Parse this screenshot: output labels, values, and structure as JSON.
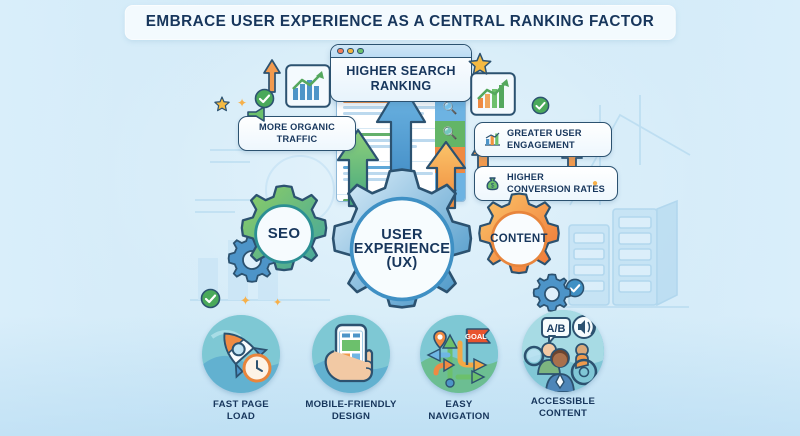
{
  "meta": {
    "kind": "infographic",
    "background_color": "#d6ecf9",
    "text_color": "#17365c",
    "outline_color": "#2c5270"
  },
  "title": {
    "text": "EMBRACE USER EXPERIENCE AS A CENTRAL RANKING FACTOR"
  },
  "top_card": {
    "label": "HIGHER SEARCH RANKING",
    "window_dots": [
      "#ef7d5a",
      "#f2b33e",
      "#6cc06c"
    ]
  },
  "callouts": [
    {
      "id": "more-organic-traffic",
      "label": "MORE ORGANIC TRAFFIC",
      "icon": "megaphone-icon",
      "icon_color": "#6cc06c"
    },
    {
      "id": "greater-user-engagement",
      "label": "GREATER USER ENGAGEMENT",
      "icon": "bar-chart-icon",
      "icon_color": "#4d94c8"
    },
    {
      "id": "higher-conversion-rates",
      "label": "HIGHER CONVERSION RATES",
      "icon": "money-bag-icon",
      "icon_color": "#6cc06c"
    }
  ],
  "gears": [
    {
      "id": "seo",
      "label": "SEO",
      "color_from": "#8fcf63",
      "color_to": "#3fa3a0",
      "font_size": "15px"
    },
    {
      "id": "user-experience",
      "label": "USER EXPERIENCE (UX)",
      "label_lines": [
        "USER",
        "EXPERIENCE",
        "(UX)"
      ],
      "color_from": "#bfe3f4",
      "color_to": "#3f90c4",
      "font_size": "14px"
    },
    {
      "id": "content",
      "label": "CONTENT",
      "color_from": "#fbc66a",
      "color_to": "#ef7234",
      "font_size": "11.5px"
    }
  ],
  "features": [
    {
      "id": "fast-page-load",
      "label_lines": [
        "FAST PAGE",
        "LOAD"
      ],
      "icon": "rocket-clock-icon"
    },
    {
      "id": "mobile-friendly-design",
      "label_lines": [
        "MOBILE-FRIENDLY",
        "DESIGN"
      ],
      "icon": "hand-phone-icon"
    },
    {
      "id": "easy-navigation",
      "label_lines": [
        "EASY",
        "NAVIGATION"
      ],
      "icon": "navigation-arrows-icon",
      "flag_label": "GOAL"
    },
    {
      "id": "accessible-content",
      "label_lines": [
        "ACCESSIBLE",
        "CONTENT"
      ],
      "icon": "accessibility-people-icon",
      "bubble_label": "A/B"
    }
  ],
  "arrows": {
    "center": "#4b9ad4",
    "left": "#6cc06c",
    "right": "#f0923c"
  },
  "decor": {
    "chart_card_left": "growth-chart-icon",
    "chart_card_right": "growth-chart-icon",
    "star_color": "#f2a93b",
    "check_green": "#4aa95a",
    "check_blue": "#3f90c4",
    "mini_gear_blue": "#4d94c8"
  }
}
